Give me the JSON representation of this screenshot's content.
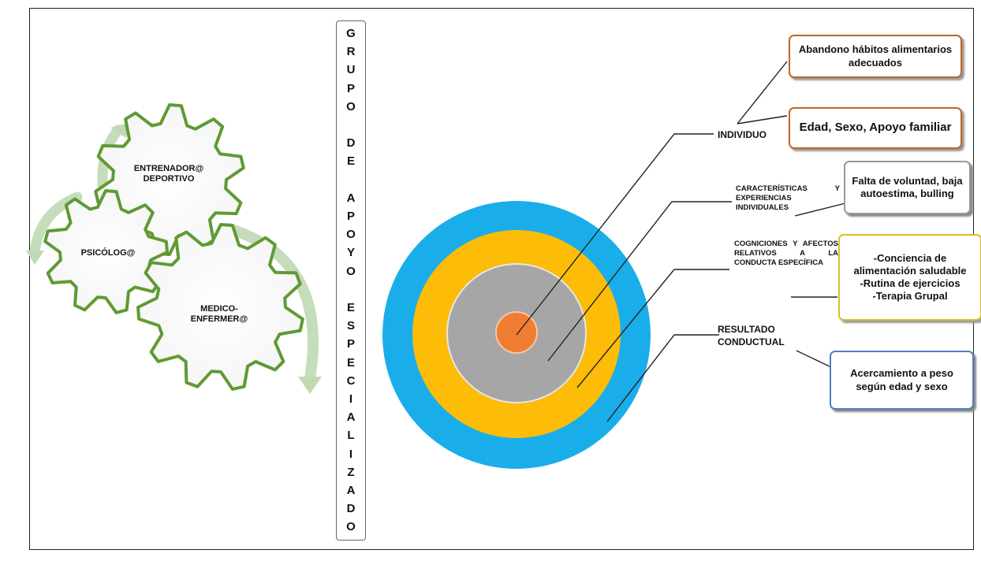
{
  "vertical_title": [
    "G",
    "R",
    "U",
    "P",
    "O",
    "",
    "D",
    "E",
    "",
    "A",
    "P",
    "O",
    "Y",
    "O",
    "",
    "E",
    "S",
    "P",
    "E",
    "C",
    "I",
    "A",
    "L",
    "I",
    "Z",
    "A",
    "D",
    "O"
  ],
  "gears": {
    "trainer": "ENTRENADOR@\nDEPORTIVO",
    "psychologist": "PSICÓLOG@",
    "medic": "MEDICO-\nENFERMER@"
  },
  "levels": {
    "individuo": "INDIVIDUO",
    "caracteristicas": "CARACTERÍSTICAS Y EXPERIENCIAS INDIVIDUALES",
    "cogniciones": "COGNICIONES Y AFECTOS RELATIVOS A LA CONDUCTA ESPECÍFICA",
    "resultado": "RESULTADO CONDUCTUAL"
  },
  "boxes": {
    "abandono": "Abandono hábitos alimentarios adecuados",
    "edad": "Edad, Sexo, Apoyo familiar",
    "falta": "Falta de voluntad, baja autoestima, bulling",
    "conciencia": [
      "-Conciencia de alimentación saludable",
      "-Rutina de ejercicios",
      "-Terapia Grupal"
    ],
    "acercamiento": "Acercamiento a peso según edad y sexo"
  },
  "colors": {
    "ring_outer": "#19aeea",
    "ring_yellow": "#fcbc07",
    "ring_gray": "#a6a6a6",
    "center": "#ef7d34",
    "gear_border": "#5f9a34",
    "arrow": "#bfd9b4"
  }
}
